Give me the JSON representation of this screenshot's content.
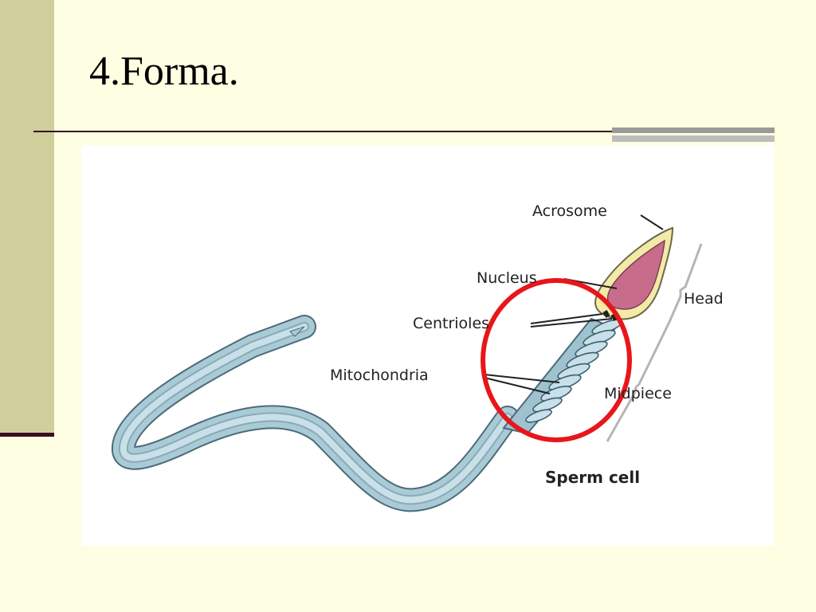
{
  "slide": {
    "title": "4.Forma."
  },
  "diagram": {
    "caption": "Sperm cell",
    "labels": {
      "acrosome": "Acrosome",
      "nucleus": "Nucleus",
      "centrioles": "Centrioles",
      "mitochondria": "Mitochondria",
      "head": "Head",
      "midpiece": "Midpiece"
    },
    "colors": {
      "tail": "#a9cbd6",
      "tail_outline": "#4d6b7a",
      "nucleus": "#c86c8c",
      "acrosome": "#f3eaa8",
      "highlight_circle": "#e8161b"
    }
  }
}
